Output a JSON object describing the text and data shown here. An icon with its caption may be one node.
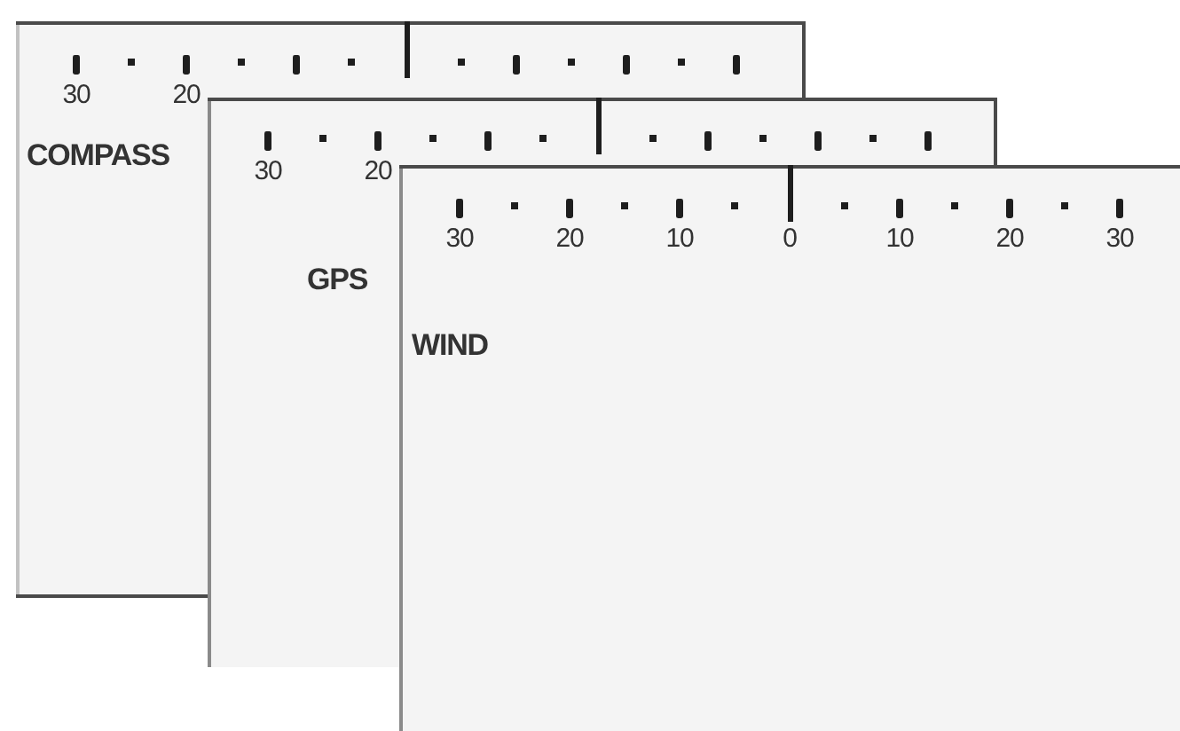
{
  "diagram": {
    "nodes": [
      {
        "text": [
          "COMPASS"
        ]
      },
      {
        "text": [
          "GPS"
        ]
      },
      {
        "text": [
          "WIND"
        ]
      }
    ],
    "labels": [
      "30",
      "20",
      "30",
      "20",
      "30",
      "20",
      "10",
      "0",
      "10",
      "20",
      "30"
    ]
  }
}
